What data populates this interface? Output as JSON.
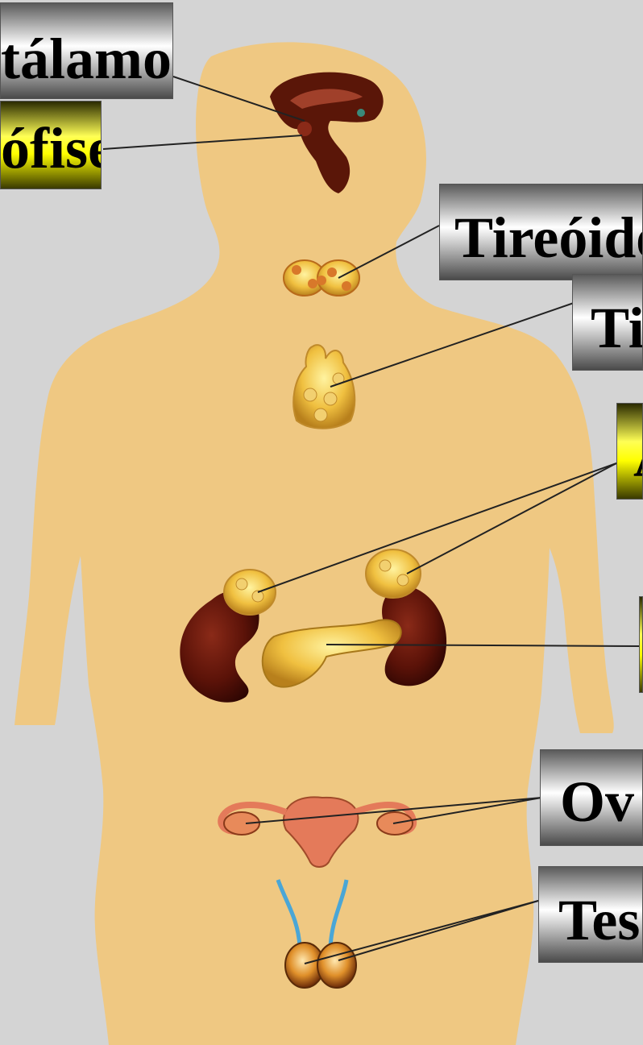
{
  "labels": {
    "hipotalamo": "tálamo",
    "hipofise": "ófise",
    "tireoide": "Tireóide",
    "timo": "Ti",
    "adrenais": "A",
    "pancreas": "",
    "ovarios": "Ov",
    "testiculos": "Tes"
  },
  "colors": {
    "background": "#d4d4d4",
    "body": "#efc882",
    "organ_dark": "#5a1608",
    "gland_yellow": "#e8b53a",
    "uterus": "#e47a5a",
    "label_gray": "#d8d8d8",
    "label_yellow": "#ffff00"
  }
}
